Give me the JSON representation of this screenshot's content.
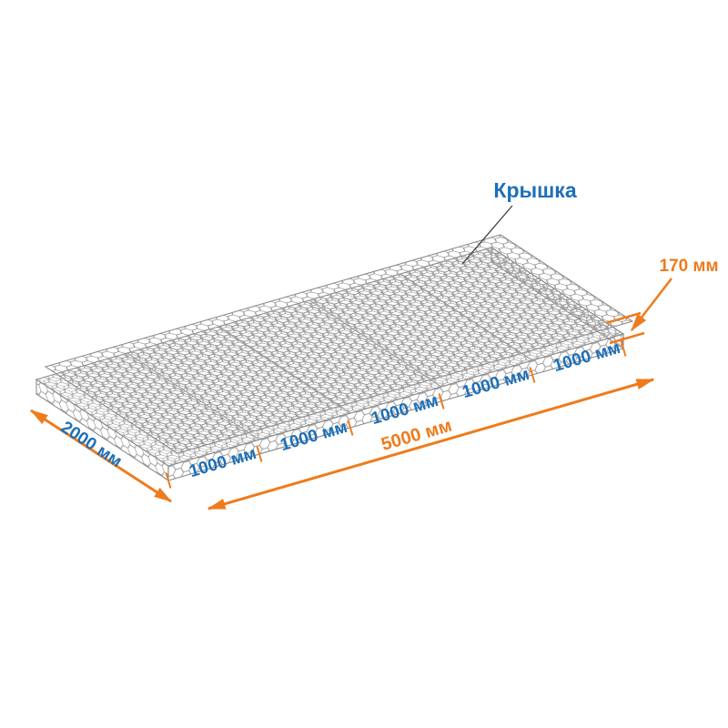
{
  "diagram": {
    "lid_label": "Крышка",
    "height_label": "170 мм",
    "width_label": "2000 мм",
    "length_label": "5000 мм",
    "segment_labels": [
      "1000 мм",
      "1000 мм",
      "1000 мм",
      "1000 мм",
      "1000 мм"
    ],
    "dimensions": {
      "length_mm": 5000,
      "width_mm": 2000,
      "height_mm": 170,
      "segment_mm": 1000,
      "segment_count": 5
    },
    "colors": {
      "accent_orange": "#ef7b1c",
      "label_blue": "#1d6fb8",
      "mesh_gray": "#9b9b9b"
    }
  }
}
